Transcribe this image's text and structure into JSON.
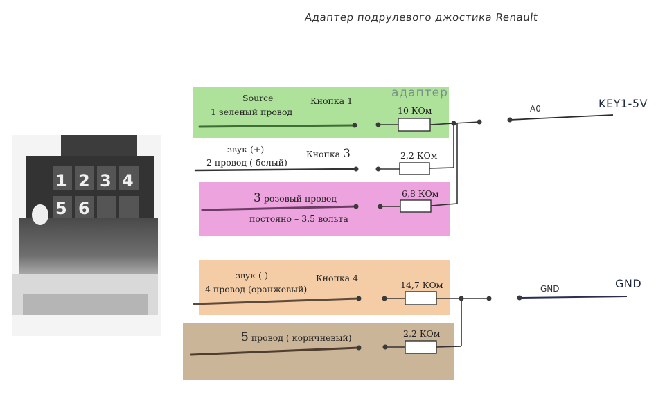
{
  "title": "Адаптер подрулевого джостика Renault",
  "adapter_label": "адаптер",
  "connector_pins": [
    "1",
    "2",
    "3",
    "4",
    "5",
    "6"
  ],
  "zone_colors": {
    "green": "#aee29a",
    "pink": "#eda3dd",
    "orange": "#f4cda6",
    "brown": "#cbb598"
  },
  "wires": [
    {
      "line1": "Source",
      "line2": "1  зеленый провод",
      "button": "Кнопка 1",
      "resistor": "10  КОм"
    },
    {
      "line1": "звук (+)",
      "line2": "2 провод  ( белый)",
      "button_label": "Кнопка",
      "button_num": "3",
      "resistor": "2,2 КОм"
    },
    {
      "num": "3",
      "line1": "розовый провод",
      "line2": "постояно – 3,5 вольта",
      "resistor": "6,8 КОм"
    },
    {
      "line1": "звук  (-)",
      "line2": "4 провод (оранжевый)",
      "button": "Кнопка  4",
      "resistor": "14,7 КОм"
    },
    {
      "num": "5",
      "line1": "провод ( коричневый)",
      "resistor": "2,2  КОм"
    }
  ],
  "outputs": {
    "a0_net": "A0",
    "a0_terminal": "KEY1-5V",
    "gnd_net": "GND",
    "gnd_terminal": "GND"
  }
}
